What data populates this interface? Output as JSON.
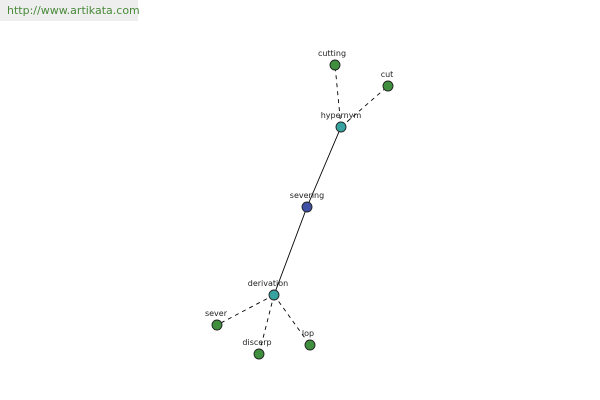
{
  "watermark": "http://www.artikata.com",
  "colors": {
    "center": "#3f4fa3",
    "hub": "#37a3a0",
    "leaf": "#3f8f3f"
  },
  "graph": {
    "nodes": [
      {
        "id": "severing",
        "label": "severing",
        "kind": "center"
      },
      {
        "id": "hypernym",
        "label": "hypernym",
        "kind": "hub"
      },
      {
        "id": "derivation",
        "label": "derivation",
        "kind": "hub"
      },
      {
        "id": "cutting",
        "label": "cutting",
        "kind": "leaf"
      },
      {
        "id": "cut",
        "label": "cut",
        "kind": "leaf"
      },
      {
        "id": "sever",
        "label": "sever",
        "kind": "leaf"
      },
      {
        "id": "discerp",
        "label": "discerp",
        "kind": "leaf"
      },
      {
        "id": "lop",
        "label": "lop",
        "kind": "leaf"
      }
    ],
    "edges": [
      {
        "from": "severing",
        "to": "hypernym",
        "style": "solid"
      },
      {
        "from": "severing",
        "to": "derivation",
        "style": "solid"
      },
      {
        "from": "hypernym",
        "to": "cutting",
        "style": "dashed"
      },
      {
        "from": "hypernym",
        "to": "cut",
        "style": "dashed"
      },
      {
        "from": "derivation",
        "to": "sever",
        "style": "dashed"
      },
      {
        "from": "derivation",
        "to": "discerp",
        "style": "dashed"
      },
      {
        "from": "derivation",
        "to": "lop",
        "style": "dashed"
      }
    ]
  }
}
